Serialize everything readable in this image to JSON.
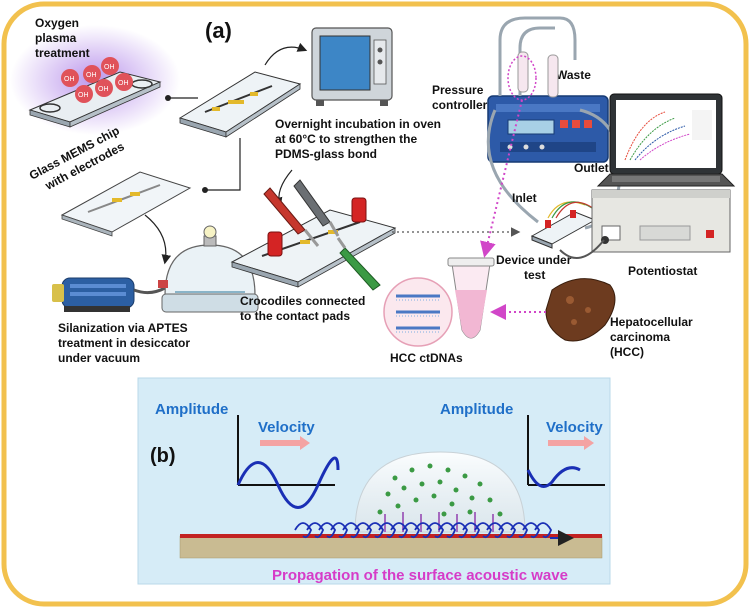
{
  "panel_a": {
    "tag": "(a)",
    "oxygen_plasma": [
      "Oxygen",
      "plasma",
      "treatment"
    ],
    "oh_label": "OH",
    "glass_chip": [
      "Glass MEMS chip",
      "with electrodes"
    ],
    "oven": [
      "Overnight incubation in oven",
      "at 60°C to strengthen the",
      "PDMS-glass bond"
    ],
    "silanization": [
      "Silanization via APTES",
      "treatment in desiccator",
      "under vacuum"
    ],
    "crocodiles": [
      "Crocodiles connected",
      "to the contact pads"
    ],
    "pressure": [
      "Pressure",
      "controller"
    ],
    "waste": "Waste",
    "outlet": "Outlet",
    "inlet": "Inlet",
    "device": [
      "Device under",
      "test"
    ],
    "potentiostat": "Potentiostat",
    "hcc": [
      "Hepatocellular",
      "carcinoma",
      "(HCC)"
    ],
    "ctdna": "HCC ctDNAs"
  },
  "panel_b": {
    "tag": "(b)",
    "amplitude_left": "Amplitude",
    "velocity_left": "Velocity",
    "amplitude_right": "Amplitude",
    "velocity_right": "Velocity",
    "caption": "Propagation of the surface acoustic wave"
  },
  "colors": {
    "frame": "#f2c14e",
    "panel_b_bg": "#d6ecf7",
    "blue_text": "#1f6fc8",
    "velocity_arrow": "#f4a3a3",
    "caption": "#d63cc8",
    "substrate": "#c9bb92",
    "red_line": "#c22222",
    "wave": "#1a2fb5",
    "dotted_arrow": "#d146c8"
  }
}
